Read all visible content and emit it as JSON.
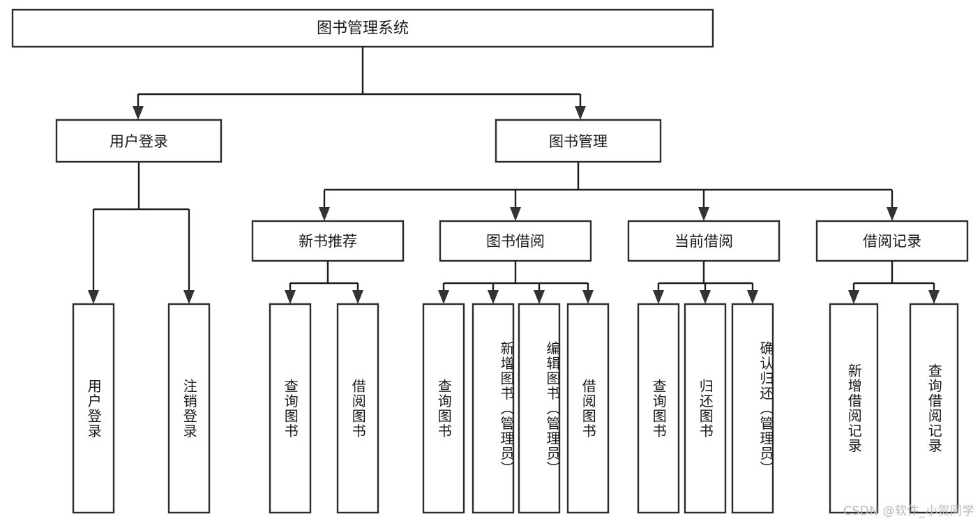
{
  "diagram": {
    "title": "图书管理系统",
    "type": "tree-hierarchy",
    "watermark": "CSDN @软件_小贺同学",
    "colors": {
      "box_fill": "#ffffff",
      "box_stroke": "#2b2b2b",
      "connector": "#1d1d1d",
      "text": "#1a1a1a",
      "watermark": "#b9b9b9"
    },
    "root": {
      "label": "图书管理系统"
    },
    "level2": [
      {
        "label": "用户登录"
      },
      {
        "label": "图书管理"
      }
    ],
    "level3": [
      {
        "label": "新书推荐"
      },
      {
        "label": "图书借阅"
      },
      {
        "label": "当前借阅"
      },
      {
        "label": "借阅记录"
      }
    ],
    "leaves": {
      "user_login": [
        {
          "label": "用户登录"
        },
        {
          "label": "注销登录"
        }
      ],
      "new_book_recommend": [
        {
          "label": "查询图书"
        },
        {
          "label": "借阅图书"
        }
      ],
      "book_borrow": [
        {
          "label": "查询图书"
        },
        {
          "label": "新增图书（管理员）"
        },
        {
          "label": "编辑图书（管理员）"
        },
        {
          "label": "借阅图书"
        }
      ],
      "current_borrow": [
        {
          "label": "查询图书"
        },
        {
          "label": "归还图书"
        },
        {
          "label": "确认归还（管理员）"
        }
      ],
      "borrow_records": [
        {
          "label": "新增借阅记录"
        },
        {
          "label": "查询借阅记录"
        }
      ]
    }
  }
}
